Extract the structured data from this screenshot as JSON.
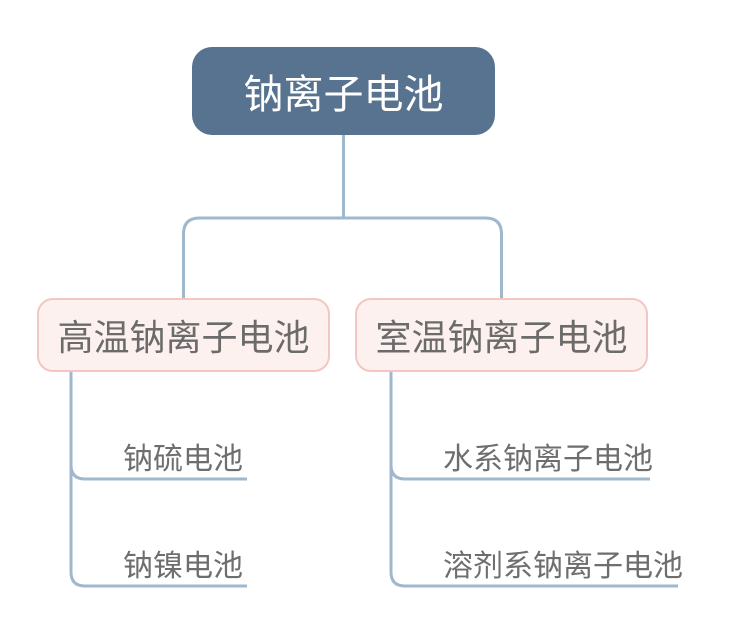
{
  "diagram": {
    "type": "mindmap-tree",
    "root": {
      "label": "钠离子电池"
    },
    "branches": [
      {
        "label": "高温钠离子电池",
        "children": [
          {
            "label": "钠硫电池"
          },
          {
            "label": "钠镍电池"
          }
        ]
      },
      {
        "label": "室温钠离子电池",
        "children": [
          {
            "label": "水系钠离子电池"
          },
          {
            "label": "溶剂系钠离子电池"
          }
        ]
      }
    ],
    "colors": {
      "background": "#FFFFFF",
      "root_fill": "#57738F",
      "root_text": "#FFFFFF",
      "branch_fill": "#FDF1EF",
      "branch_border": "#F2C7C3",
      "branch_text": "#6B6B6B",
      "leaf_text": "#6E6E6E",
      "connector": "#9FB8CE"
    }
  }
}
